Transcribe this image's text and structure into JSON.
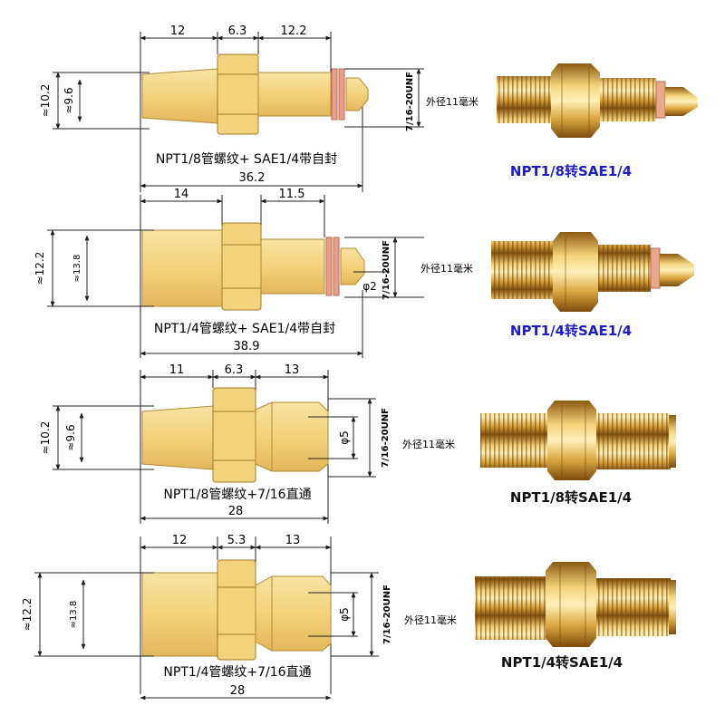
{
  "colors": {
    "brass_light": "#f6d98a",
    "brass_mid": "#e9bf5e",
    "brass_dark": "#b98a2c",
    "seal": "#e6a08a",
    "line": "#1a1a1a",
    "caption_blue": "#1c1cc8",
    "caption_black": "#111111"
  },
  "fittings": [
    {
      "dims_top": [
        "12",
        "6.3",
        "12.2"
      ],
      "dim_left_outer": "≈10.2",
      "dim_left_inner": "≈9.6",
      "thread_label": "7/16-20UNF",
      "od_label": "外径11毫米",
      "inner_dim": "",
      "description": "NPT1/8管螺纹+ SAE1/4带自封",
      "total_length": "36.2",
      "caption": "NPT1/8转SAE1/4",
      "caption_color": "blue",
      "variant": "seal"
    },
    {
      "dims_top": [
        "14",
        "11.5"
      ],
      "dim_left_outer": "≈12.2",
      "dim_left_inner": "≈13.8",
      "thread_label": "7/16-20UNF",
      "od_label": "外径11毫米",
      "inner_dim": "φ2",
      "description": "NPT1/4管螺纹+ SAE1/4带自封",
      "total_length": "38.9",
      "caption": "NPT1/4转SAE1/4",
      "caption_color": "blue",
      "variant": "seal"
    },
    {
      "dims_top": [
        "11",
        "6.3",
        "13"
      ],
      "dim_left_outer": "≈10.2",
      "dim_left_inner": "≈9.6",
      "thread_label": "7/16-20UNF",
      "od_label": "外径11毫米",
      "inner_dim": "φ5",
      "description": "NPT1/8管螺纹+7/16直通",
      "total_length": "28",
      "caption": "NPT1/8转SAE1/4",
      "caption_color": "black",
      "variant": "straight"
    },
    {
      "dims_top": [
        "12",
        "5.3",
        "13"
      ],
      "dim_left_outer": "≈12.2",
      "dim_left_inner": "≈13.8",
      "thread_label": "7/16-20UNF",
      "od_label": "外径11毫米",
      "inner_dim": "φ5",
      "description": "NPT1/4管螺纹+7/16直通",
      "total_length": "28",
      "caption": "NPT1/4转SAE1/4",
      "caption_color": "black",
      "variant": "straight"
    }
  ]
}
